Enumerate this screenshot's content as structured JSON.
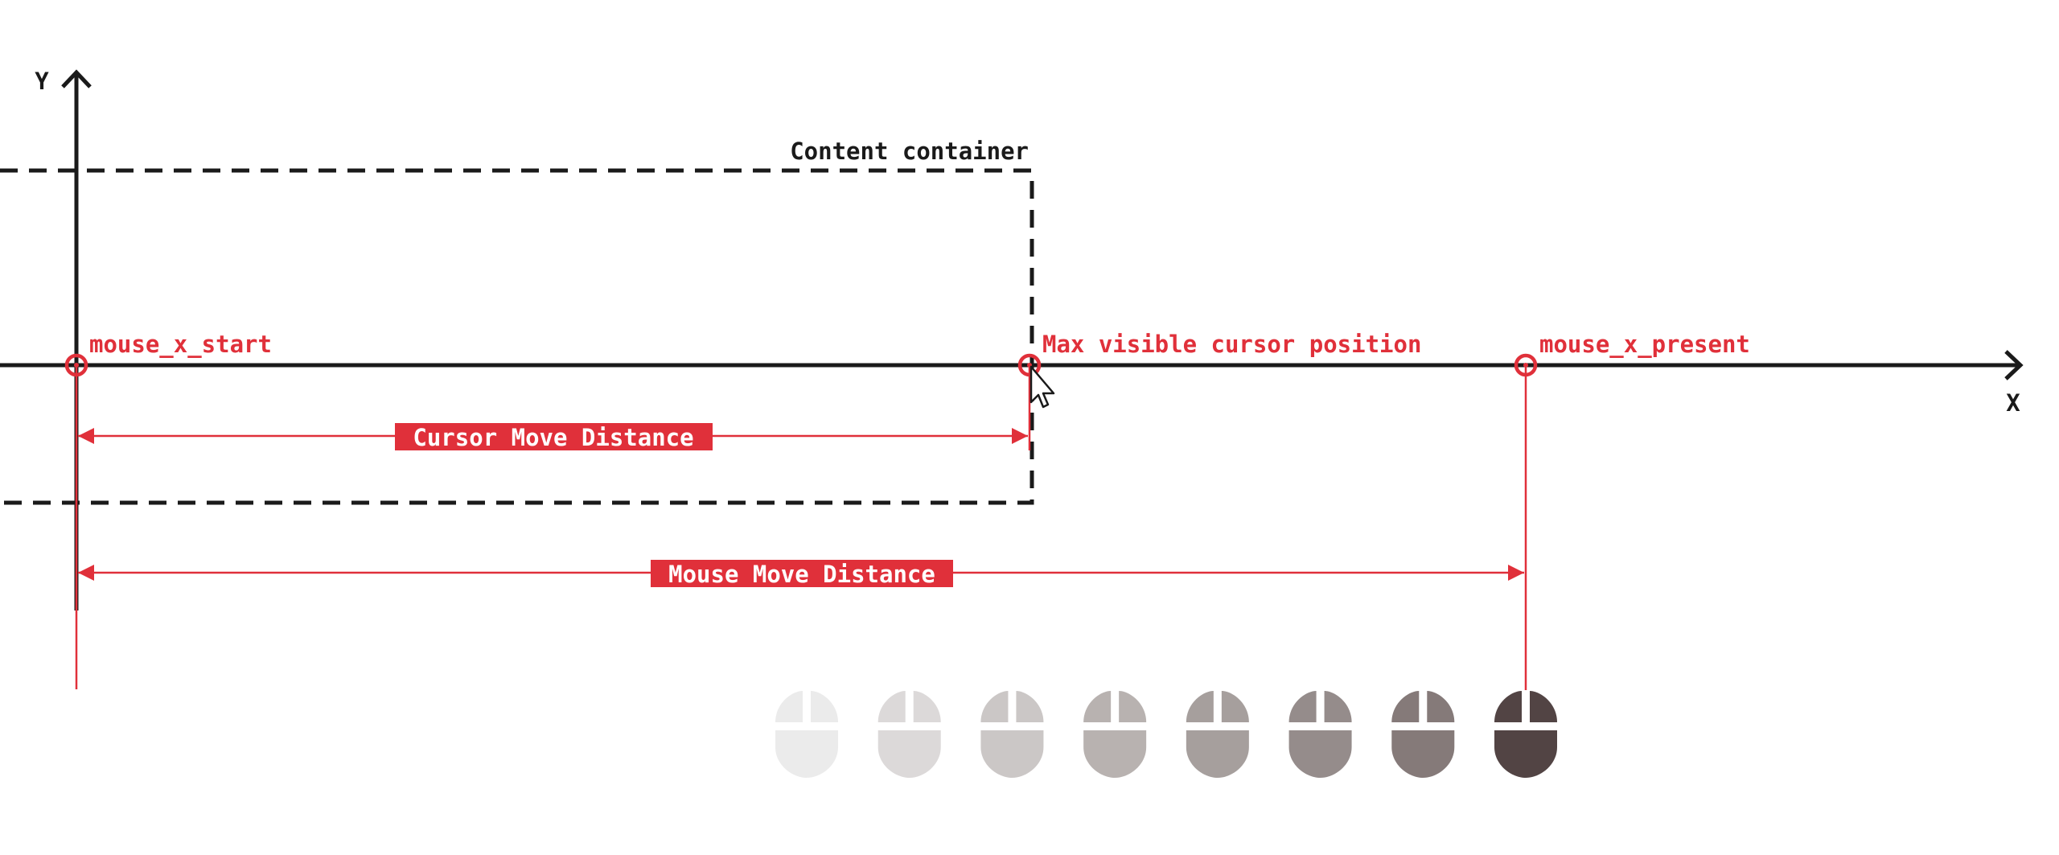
{
  "axes": {
    "x_label": "X",
    "y_label": "Y"
  },
  "container_label": "Content container",
  "markers": {
    "start": "mouse_x_start",
    "max_visible": "Max visible cursor position",
    "present": "mouse_x_present"
  },
  "distances": {
    "cursor": "Cursor Move Distance",
    "mouse": "Mouse Move Distance"
  },
  "mouse_trail": {
    "count": 8,
    "colors": [
      "#ebebeb",
      "#dcd9d9",
      "#cbc7c6",
      "#b8b2b0",
      "#a69f9d",
      "#958c8b",
      "#857a79",
      "#524444"
    ]
  },
  "colors": {
    "accent": "#e0303a",
    "ink": "#1a1a1a"
  }
}
